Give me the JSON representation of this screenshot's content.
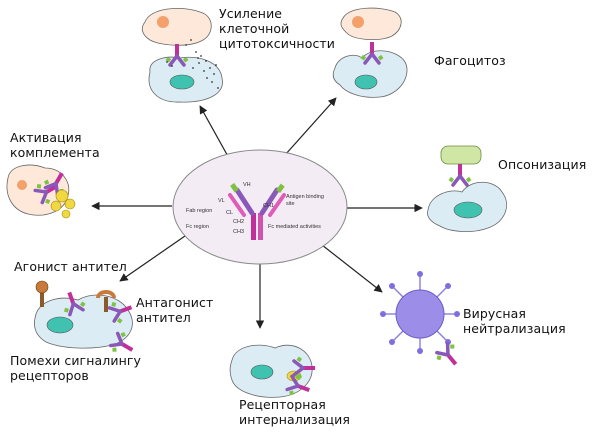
{
  "labels": {
    "cytotoxicity": [
      "Усиление",
      "клеточной",
      "цитотоксичности"
    ],
    "phagocytosis": "Фагоцитоз",
    "complement": [
      "Активация",
      "комплемента"
    ],
    "opsonization": "Опсонизация",
    "agonist": "Агонист антител",
    "antagonist": [
      "Антагонист",
      "антител"
    ],
    "signaling": [
      "Помехи сигналингу",
      "рецепторов"
    ],
    "viral": [
      "Вирусная",
      "нейтрализация"
    ],
    "internalization": [
      "Рецепторная",
      "интернализация"
    ]
  },
  "antibody": {
    "fab_region": "Fab region",
    "fc_region": "Fc region",
    "vl": "VL",
    "vh": "VH",
    "cl": "CL",
    "ch1": "CH1",
    "ch2": "CH2",
    "ch3": "CH3",
    "antigen_binding": [
      "Antigen binding",
      "site"
    ],
    "fc_mediated": "Fc mediated activities"
  },
  "colors": {
    "cell_fill": "#dcecf4",
    "nucleus": "#3fc3b0",
    "antibody_magenta": "#c0309a",
    "antibody_purple": "#8a58b8",
    "antigen_yellow": "#f0d840",
    "virus": "#9c8ee8",
    "center_ellipse": "#f3ecf4",
    "attacker_cell": "#fde8da",
    "attacker_nucleus": "#f3a06a",
    "opsonin": "#cfe6a4"
  }
}
